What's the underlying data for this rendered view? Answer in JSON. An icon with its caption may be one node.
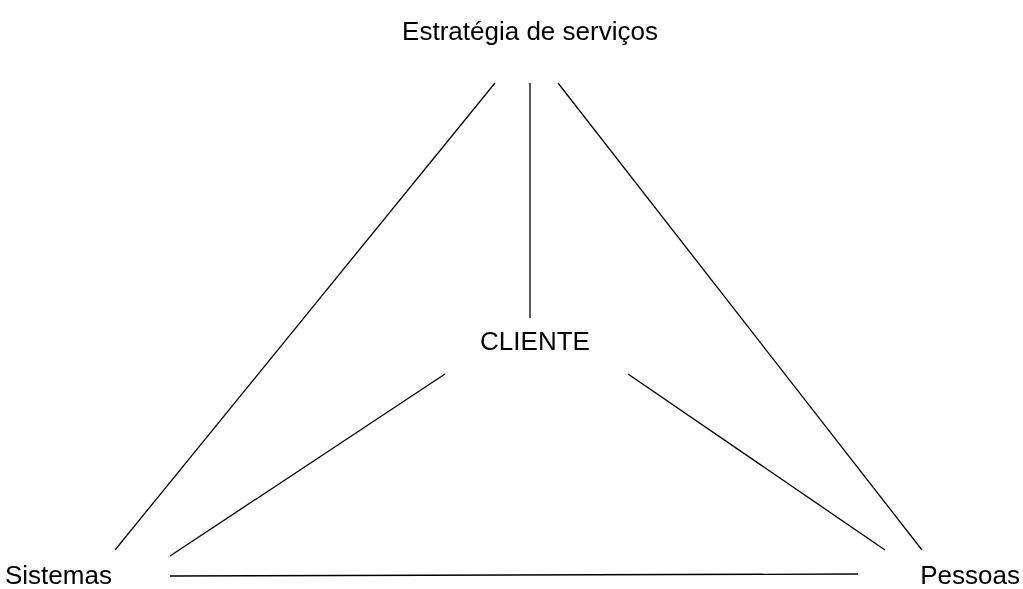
{
  "diagram": {
    "nodes": [
      {
        "text": [
          "Estratégia de serviços"
        ]
      },
      {
        "text": [
          "CLIENTE"
        ]
      },
      {
        "text": [
          "Sistemas"
        ]
      },
      {
        "text": [
          "Pessoas"
        ]
      }
    ],
    "edges": [
      {
        "from": 0,
        "to": 2,
        "arrow": "none"
      },
      {
        "from": 0,
        "to": 1,
        "arrow": "none"
      },
      {
        "from": 0,
        "to": 3,
        "arrow": "none"
      },
      {
        "from": 1,
        "to": 2,
        "arrow": "none"
      },
      {
        "from": 1,
        "to": 3,
        "arrow": "none"
      },
      {
        "from": 2,
        "to": 3,
        "arrow": "none"
      }
    ]
  }
}
